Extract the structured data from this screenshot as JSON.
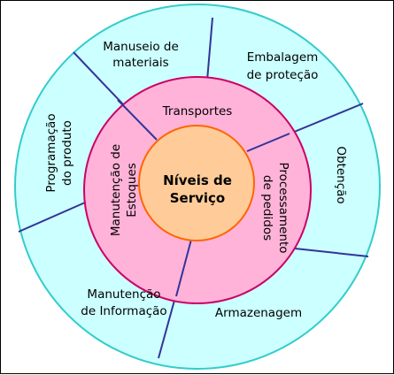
{
  "colors": {
    "outer_fill": "#ccffff",
    "outer_stroke": "#33cccc",
    "middle_fill": "#ffb3d9",
    "middle_stroke": "#cc0066",
    "core_fill": "#ffcc99",
    "core_stroke": "#ff6600",
    "divider": "#333399"
  },
  "core": {
    "line1": "Níveis de",
    "line2": "Serviço"
  },
  "middle": {
    "transportes": "Transportes",
    "manutencao_estoques_1": "Manutenção de",
    "manutencao_estoques_2": "Estoques",
    "processamento_1": "Processamento",
    "processamento_2": "de pedidos"
  },
  "outer": {
    "manuseio_1": "Manuseio de",
    "manuseio_2": "materiais",
    "embalagem_1": "Embalagem",
    "embalagem_2": "de proteção",
    "obtencao": "Obtenção",
    "armazenagem": "Armazenagem",
    "manut_info_1": "Manutenção",
    "manut_info_2": "de Informação",
    "programacao_1": "Programação",
    "programacao_2": "do produto"
  }
}
